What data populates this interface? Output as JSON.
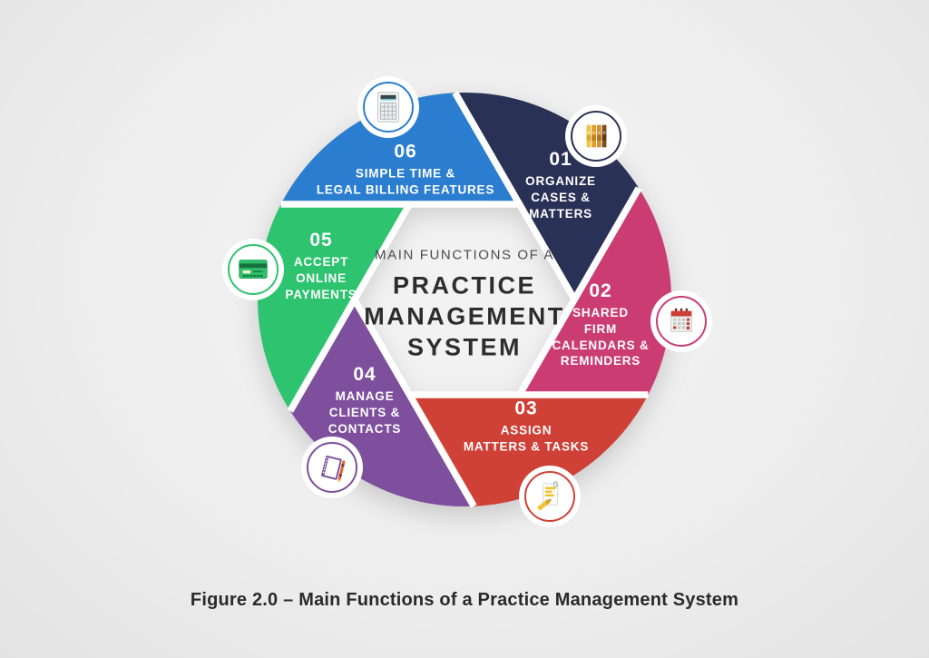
{
  "figure": {
    "center_title": {
      "eyebrow": "MAIN FUNCTIONS OF A",
      "lines": [
        "PRACTICE",
        "MANAGEMENT",
        "SYSTEM"
      ]
    },
    "caption": "Figure 2.0 – Main Functions of a Practice Management System"
  },
  "segments": [
    {
      "number": "01",
      "label_lines": [
        "ORGANIZE",
        "CASES &",
        "MATTERS"
      ],
      "color": "#2a3156",
      "icon": "binders-icon"
    },
    {
      "number": "02",
      "label_lines": [
        "SHARED",
        "FIRM",
        "CALENDARS &",
        "REMINDERS"
      ],
      "color": "#cb3d72",
      "icon": "calendar-icon"
    },
    {
      "number": "03",
      "label_lines": [
        "ASSIGN",
        "MATTERS & TASKS"
      ],
      "color": "#cf4137",
      "icon": "document-highlighter-icon"
    },
    {
      "number": "04",
      "label_lines": [
        "MANAGE",
        "CLIENTS &",
        "CONTACTS"
      ],
      "color": "#7d4f9c",
      "icon": "notebook-pen-icon"
    },
    {
      "number": "05",
      "label_lines": [
        "ACCEPT",
        "ONLINE",
        "PAYMENTS"
      ],
      "color": "#2ec36e",
      "icon": "credit-card-icon"
    },
    {
      "number": "06",
      "label_lines": [
        "SIMPLE TIME &",
        "LEGAL BILLING FEATURES"
      ],
      "color": "#2b7ecf",
      "icon": "calculator-icon"
    }
  ],
  "colors": {
    "background": "#eeeeee",
    "divider": "#ffffff",
    "caption_text": "#2a2a2a",
    "center_title_text": "#2d2d2d"
  }
}
